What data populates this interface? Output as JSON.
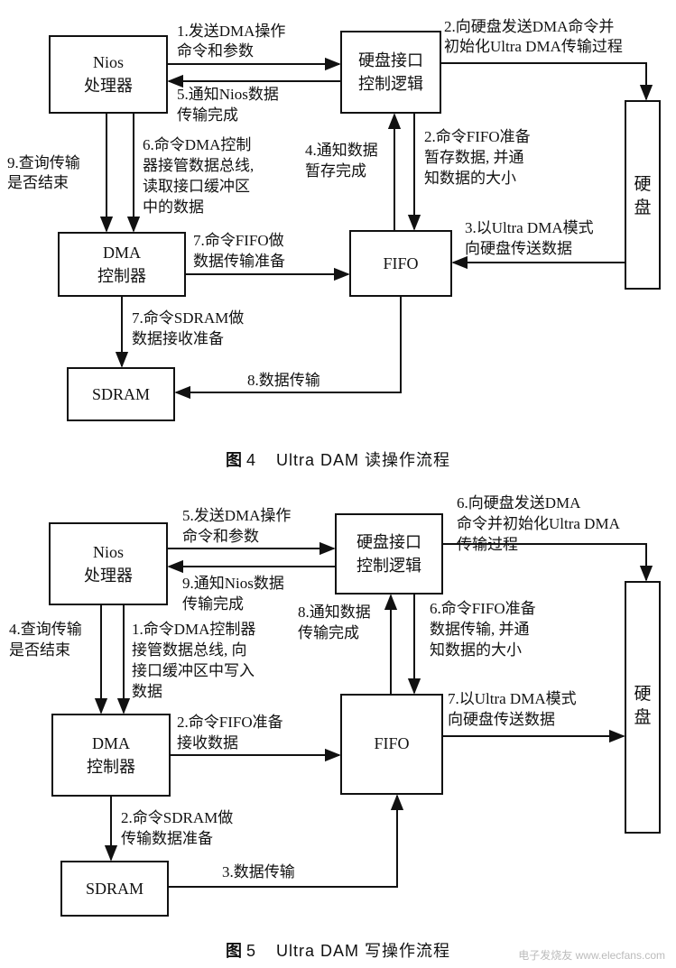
{
  "figure4": {
    "caption_prefix": "图",
    "caption_number": "4",
    "caption_title": "Ultra DAM 读操作流程",
    "boxes": {
      "nios": [
        "Nios",
        "处理器"
      ],
      "hdd_ctrl": [
        "硬盘接口",
        "控制逻辑"
      ],
      "dma": [
        "DMA",
        "控制器"
      ],
      "fifo": [
        "FIFO"
      ],
      "sdram": [
        "SDRAM"
      ],
      "disk": [
        "硬",
        "盘"
      ]
    },
    "steps": {
      "s1": [
        "1.发送DMA操作",
        "命令和参数"
      ],
      "s2a": [
        "2.向硬盘发送DMA命令并",
        "初始化Ultra DMA传输过程"
      ],
      "s5": [
        "5.通知Nios数据",
        "传输完成"
      ],
      "s9": [
        "9.查询传输",
        "是否结束"
      ],
      "s6": [
        "6.命令DMA控制",
        "器接管数据总线,",
        "读取接口缓冲区",
        "中的数据"
      ],
      "s4": [
        "4.通知数据",
        "暂存完成"
      ],
      "s2b": [
        "2.命令FIFO准备",
        "暂存数据, 并通",
        "知数据的大小"
      ],
      "s3": [
        "3.以Ultra DMA模式",
        "向硬盘传送数据"
      ],
      "s7a": [
        "7.命令FIFO做",
        "数据传输准备"
      ],
      "s7b": [
        "7.命令SDRAM做",
        "数据接收准备"
      ],
      "s8": [
        "8.数据传输"
      ]
    }
  },
  "figure5": {
    "caption_prefix": "图",
    "caption_number": "5",
    "caption_title": "Ultra DAM 写操作流程",
    "boxes": {
      "nios": [
        "Nios",
        "处理器"
      ],
      "hdd_ctrl": [
        "硬盘接口",
        "控制逻辑"
      ],
      "dma": [
        "DMA",
        "控制器"
      ],
      "fifo": [
        "FIFO"
      ],
      "sdram": [
        "SDRAM"
      ],
      "disk": [
        "硬",
        "盘"
      ]
    },
    "steps": {
      "s5": [
        "5.发送DMA操作",
        "命令和参数"
      ],
      "s6a": [
        "6.向硬盘发送DMA",
        "命令并初始化Ultra DMA",
        "传输过程"
      ],
      "s9": [
        "9.通知Nios数据",
        "传输完成"
      ],
      "s4": [
        "4.查询传输",
        "是否结束"
      ],
      "s1": [
        "1.命令DMA控制器",
        "接管数据总线, 向",
        "接口缓冲区中写入",
        "数据"
      ],
      "s8": [
        "8.通知数据",
        "传输完成"
      ],
      "s6b": [
        "6.命令FIFO准备",
        "数据传输, 并通",
        "知数据的大小"
      ],
      "s7": [
        "7.以Ultra DMA模式",
        "向硬盘传送数据"
      ],
      "s2a": [
        "2.命令FIFO准备",
        "接收数据"
      ],
      "s2b": [
        "2.命令SDRAM做",
        "传输数据准备"
      ],
      "s3": [
        "3.数据传输"
      ]
    }
  },
  "watermark": "电子发烧友 www.elecfans.com"
}
